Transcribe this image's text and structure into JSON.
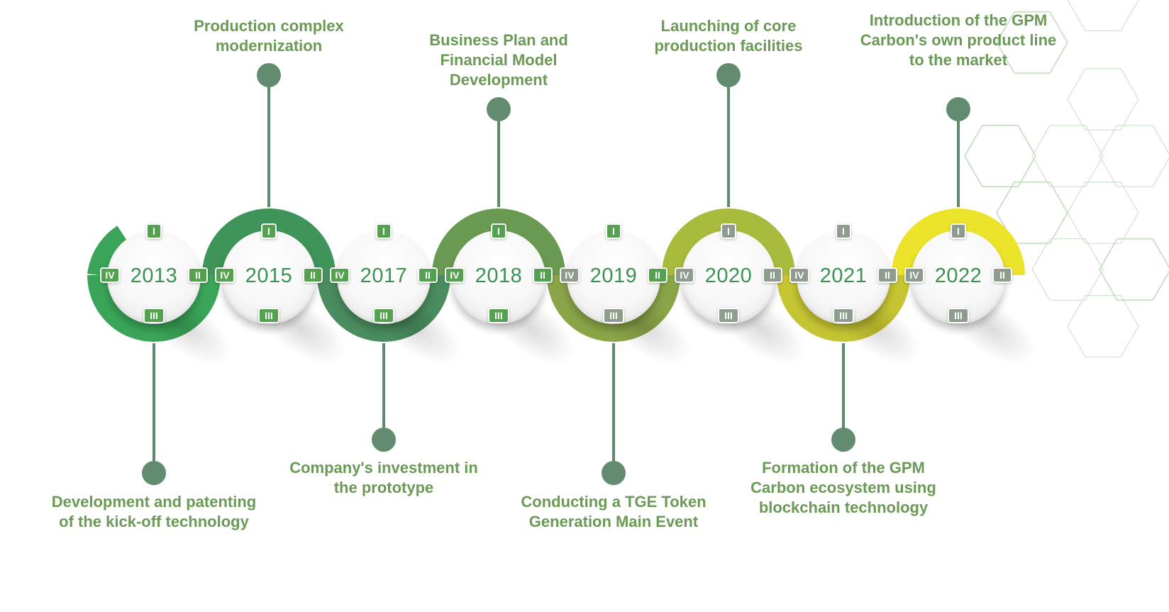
{
  "colors": {
    "label_text": "#6a9a55",
    "year_text": "#3d9152",
    "stem": "#5e8a6c",
    "pin": "#638b70",
    "quarter_active": "#54a14f",
    "quarter_inactive": "#8d9c8d",
    "hex_outline": "#c6dcc2"
  },
  "quarters": [
    "I",
    "II",
    "III",
    "IV"
  ],
  "milestones": [
    {
      "year": "2013",
      "label": "Development and patenting of the kick-off technology",
      "position": "below",
      "ring_color": "#3aa558",
      "quarter_style": "green"
    },
    {
      "year": "2015",
      "label": "Production complex modernization",
      "position": "above",
      "ring_color": "#3f945a",
      "quarter_style": "green"
    },
    {
      "year": "2017",
      "label": "Company's investment in the prototype",
      "position": "below",
      "ring_color": "#4a8c5e",
      "quarter_style": "green"
    },
    {
      "year": "2018",
      "label": "Business Plan and Financial Model Development",
      "position": "above",
      "ring_color": "#6a9a52",
      "quarter_style": "green"
    },
    {
      "year": "2019",
      "label": "Conducting a TGE Token Generation Main Event",
      "position": "below",
      "ring_color": "#8aa448",
      "quarter_style": "mixed"
    },
    {
      "year": "2020",
      "label": "Launching of core production facilities",
      "position": "above",
      "ring_color": "#a9bb3c",
      "quarter_style": "gray"
    },
    {
      "year": "2021",
      "label": "Formation of the GPM Carbon ecosystem using blockchain technology",
      "position": "below",
      "ring_color": "#c6c432",
      "quarter_style": "gray"
    },
    {
      "year": "2022",
      "label": "Introduction of the GPM Carbon's own product line to the market",
      "position": "above",
      "ring_color": "#ebe42a",
      "quarter_style": "gray"
    }
  ]
}
